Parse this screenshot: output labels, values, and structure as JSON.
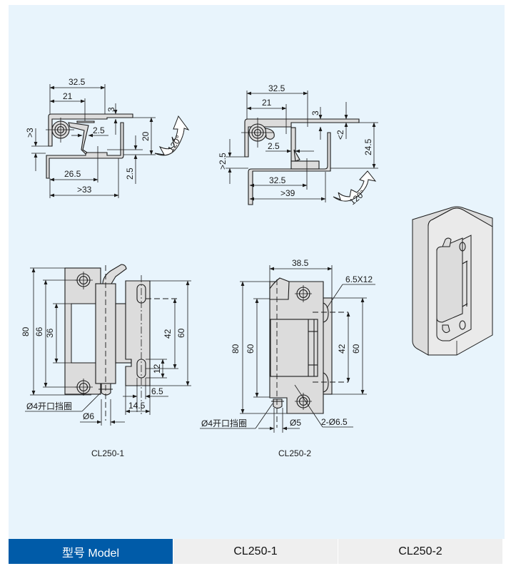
{
  "drawing": {
    "top_left_view": {
      "dims": {
        "w_total": "32.5",
        "w_inner": "21",
        "thick": "3",
        "gap": "2.5",
        "min_gap": ">3",
        "height": "20",
        "bottom_gap": "2.5",
        "bottom_w": "26.5",
        "min_width": ">33"
      },
      "rotation": "120°"
    },
    "top_right_view": {
      "dims": {
        "w_total": "32.5",
        "w_inner": "21",
        "thick": "3",
        "gap": "2.5",
        "max_gap": "<2",
        "min_gap": ">2.5",
        "height": "24.5",
        "bottom_w": "32.5",
        "min_width": ">39"
      },
      "rotation": "120°"
    },
    "front_cl250_1": {
      "dims": {
        "h_total": "80",
        "h_holes": "66",
        "h_leaf": "36",
        "slot_pitch": "42",
        "h_right": "60",
        "slot_len": "12",
        "slot_offset": "6.5",
        "slot_width": "14.5",
        "pin_dia": "Ø6"
      },
      "retaining_ring": "Ø4开口挡圈",
      "caption": "CL250-1"
    },
    "front_cl250_2": {
      "dims": {
        "width": "38.5",
        "slot_size": "6.5X12",
        "h_total": "80",
        "h_inner": "60",
        "slot_pitch": "42",
        "h_right": "60",
        "pin_dia": "Ø5",
        "hole_dia": "2-Ø6.5"
      },
      "retaining_ring": "Ø4开口挡圈",
      "caption": "CL250-2"
    }
  },
  "table": {
    "header": "型号 Model",
    "models": [
      "CL250-1",
      "CL250-2"
    ]
  },
  "colors": {
    "panel": "#e8f4fc",
    "header": "#005ba8",
    "cell": "#efefef",
    "part": "#dcdcdc"
  }
}
